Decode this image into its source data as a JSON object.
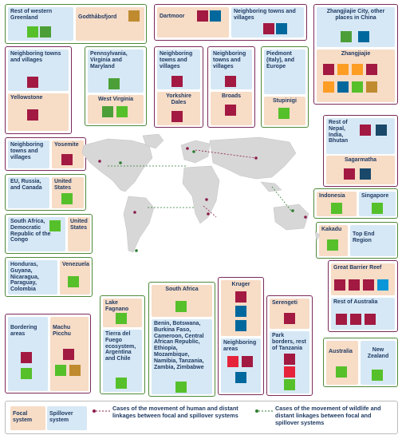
{
  "boxes": {
    "rest_western_greenland": "Rest of western Greenland",
    "godthabsfjord": "Godthåbsfjord",
    "dartmoor": "Dartmoor",
    "neighbor_dartmoor": "Neighboring towns and villages",
    "zhangjiajie_city": "Zhangjiajie City, other places in China",
    "zhangjiajie": "Zhangjiajie",
    "neighbor_yellowstone": "Neighboring towns and villages",
    "yellowstone": "Yellowstone",
    "pennsylvania": "Pennsylvania, Virginia and Maryland",
    "west_virginia": "West Virginia",
    "neighbor_yorkshire": "Neighboring towns and villages",
    "yorkshire": "Yorkshire Dales",
    "neighbor_broads": "Neighboring towns and villages",
    "broads": "Broads",
    "piedmont": "Piedmont (Italy), and Europe",
    "stupinigi": "Stupinigi",
    "rest_nepal": "Rest of Nepal, India, Bhutan",
    "sagarmatha": "Sagarmatha",
    "neighbor_yosemite": "Neighboring towns and villages",
    "yosemite": "Yosemite",
    "eu_russia": "EU, Russia, and Canada",
    "us1": "United States",
    "indonesia": "Indonesia",
    "singapore": "Singapore",
    "south_africa_drc": "South Africa, Democratic Republic of the Congo",
    "us2": "United States",
    "kakadu": "Kakadu",
    "top_end": "Top End Region",
    "honduras": "Honduras, Guyana, Nicaragua, Paraguay, Colombia",
    "venezuela": "Venezuela",
    "gbr": "Great Barrier Reef",
    "rest_australia": "Rest of Australia",
    "bordering": "Bordering areas",
    "machu_picchu": "Machu Picchu",
    "lake_fagnano": "Lake Fagnano",
    "tierra": "Tierra del Fuego ecosystem, Argentina and Chile",
    "south_africa": "South Africa",
    "benin": "Benin, Botswana, Burkina Faso, Cameroon, Central African Republic, Ethiopia, Mozambique, Namibia, Tanzania, Zambia, Zimbabwe",
    "kruger": "Kruger",
    "neighbor_kruger": "Neighboring areas",
    "serengeti": "Serengeti",
    "park_borders": "Park borders, rest of Tanzania",
    "australia": "Australia",
    "new_zealand": "New Zealand"
  },
  "legend": {
    "focal": "Focal system",
    "spillover": "Spillover system",
    "human": "Cases of the movement of human and distant linkages between focal and spillover systems",
    "wildlife": "Cases of the movement of wildlife and distant linkages between focal and spillover systems"
  },
  "colors": {
    "human_frame": "#7a2a5a",
    "wildlife_frame": "#4f8a3a",
    "focal_fill": "#f7dcc6",
    "spillover_fill": "#d6e8f5",
    "map_land": "#d7d7d7"
  }
}
